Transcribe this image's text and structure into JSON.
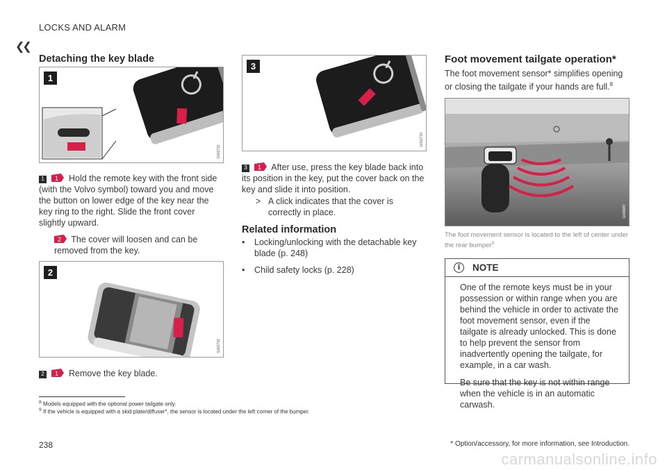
{
  "header": {
    "section": "LOCKS AND ALARM",
    "back_icon": "double-chevron-left-icon"
  },
  "left": {
    "title": "Detaching the key blade",
    "fig1": {
      "number": "1",
      "code": "G062731"
    },
    "step1": {
      "num": "1",
      "tag": "1",
      "text": "Hold the remote key with the front side (with the Volvo symbol) toward you and move the button on lower edge of the key near the key ring to the right. Slide the front cover slightly upward."
    },
    "step1b": {
      "tag": "2",
      "text": "The cover will loosen and can be removed from the key."
    },
    "fig2": {
      "number": "2",
      "code": "G062732"
    },
    "step2": {
      "num": "2",
      "tag": "1",
      "text": "Remove the key blade."
    }
  },
  "middle": {
    "fig3": {
      "number": "3",
      "code": "G062733"
    },
    "step3": {
      "num": "3",
      "tag": "1",
      "text": "After use, press the key blade back into its position in the key, put the cover back on the key and slide it into position."
    },
    "result_arrow": ">",
    "result": "A click indicates that the cover is correctly in place.",
    "related_title": "Related information",
    "related": [
      "Locking/unlocking with the detachable key blade (p. 248)",
      "Child safety locks (p. 228)"
    ]
  },
  "right": {
    "title": "Foot movement tailgate operation*",
    "intro": "The foot movement sensor* simplifies opening or closing the tailgate if your hands are full.",
    "intro_sup": "8",
    "photo_code": "G069687",
    "caption": "The foot movement sensor is located to the left of center under the rear bumper",
    "caption_sup": "9",
    "note_title": "NOTE",
    "note_p1": "One of the remote keys must be in your possession or within range when you are behind the vehicle in order to activate the foot movement sensor, even if the tailgate is already unlocked. This is done to help prevent the sensor from inadvertently opening the tailgate, for example, in a car wash.",
    "note_p2": "Be sure that the key is not within range when the vehicle is in an automatic carwash."
  },
  "footnotes": [
    {
      "num": "8",
      "text": "Models equipped with the optional power tailgate only."
    },
    {
      "num": "9",
      "text": "If the vehicle is equipped with a skid plate/diffuser*, the sensor is located under the left corner of the bumper."
    }
  ],
  "footer": {
    "page": "238",
    "option_note": "* Option/accessory, for more information, see Introduction."
  },
  "watermark": "carmanualsonline.info",
  "colors": {
    "accent_red": "#d6204a",
    "dark": "#1e1e1e"
  }
}
